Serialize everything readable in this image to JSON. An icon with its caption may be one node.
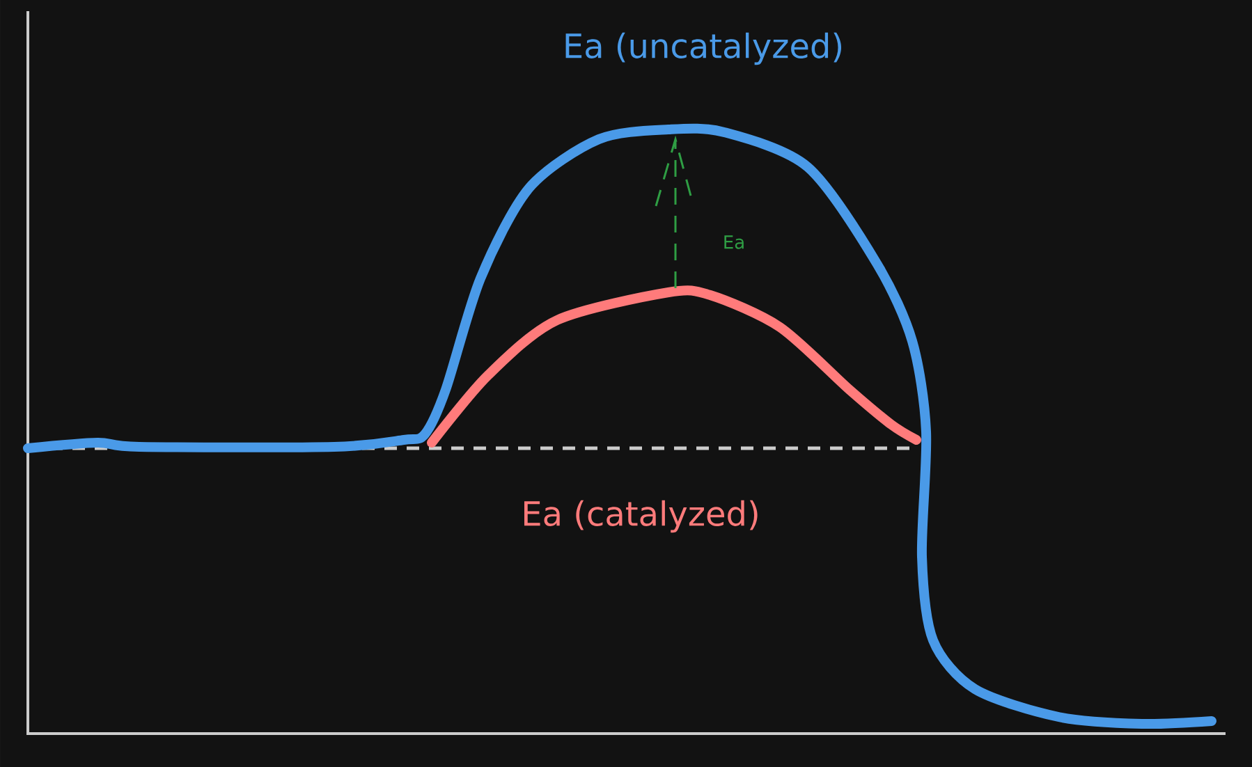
{
  "diagram": {
    "labels": [
      "Ea (uncatalyzed)",
      "Ea",
      "Ea (catalyzed)"
    ]
  }
}
